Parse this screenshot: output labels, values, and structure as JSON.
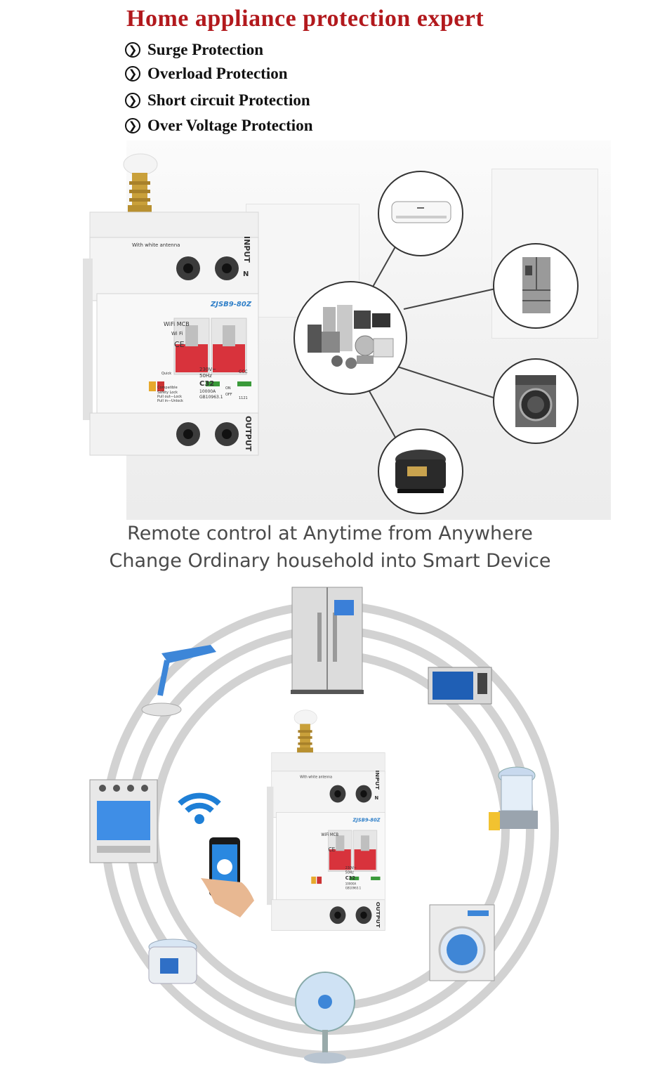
{
  "header": {
    "title": "Home appliance protection expert",
    "features": [
      "Surge Protection",
      "Overload Protection",
      "Short circuit Protection",
      "Over Voltage Protection"
    ]
  },
  "breaker": {
    "antenna_note": "With white antenna",
    "input_label": "INPUT",
    "n_label": "N",
    "model": "ZJSB9-80Z",
    "wifi_label": "WiFi MCB",
    "wifi_badge": "Wi Fi",
    "ce_mark": "CE",
    "voltage": "230V~",
    "frequency": "50Hz",
    "rating": "C32",
    "breaking_capacity": "10000A",
    "standard": "GB10963.1",
    "on_label": "ON",
    "off_label": "OFF",
    "ccc_mark": "CCC",
    "quick_label": "Quick",
    "compatible_label": "Compatible",
    "safety_lock": "Safety Lock",
    "pull_out_lock": "Pull out—Lock",
    "pull_in_unlock": "Pull in—Unlock",
    "output_label": "OUTPUT",
    "code": "1121"
  },
  "slogan": {
    "line1": "Remote control at Anytime from Anywhere",
    "line2": "Change Ordinary household into Smart Device"
  },
  "colors": {
    "title_red": "#b2191d",
    "switch_red": "#d8333c",
    "wifi_blue": "#1e7fd6",
    "ring_grey": "#d2d2d2"
  },
  "icons": {
    "top_hub": "home-appliances-group-icon",
    "top_items": [
      "air-conditioner-icon",
      "refrigerator-icon",
      "washing-machine-icon",
      "rice-cooker-icon"
    ],
    "ring_items": [
      "refrigerator-icon",
      "microwave-icon",
      "desk-lamp-icon",
      "oven-icon",
      "juicer-icon",
      "washing-machine-icon",
      "cooking-pot-icon",
      "electric-fan-icon"
    ],
    "center": [
      "wifi-signal-icon",
      "smartphone-hand-icon"
    ]
  }
}
